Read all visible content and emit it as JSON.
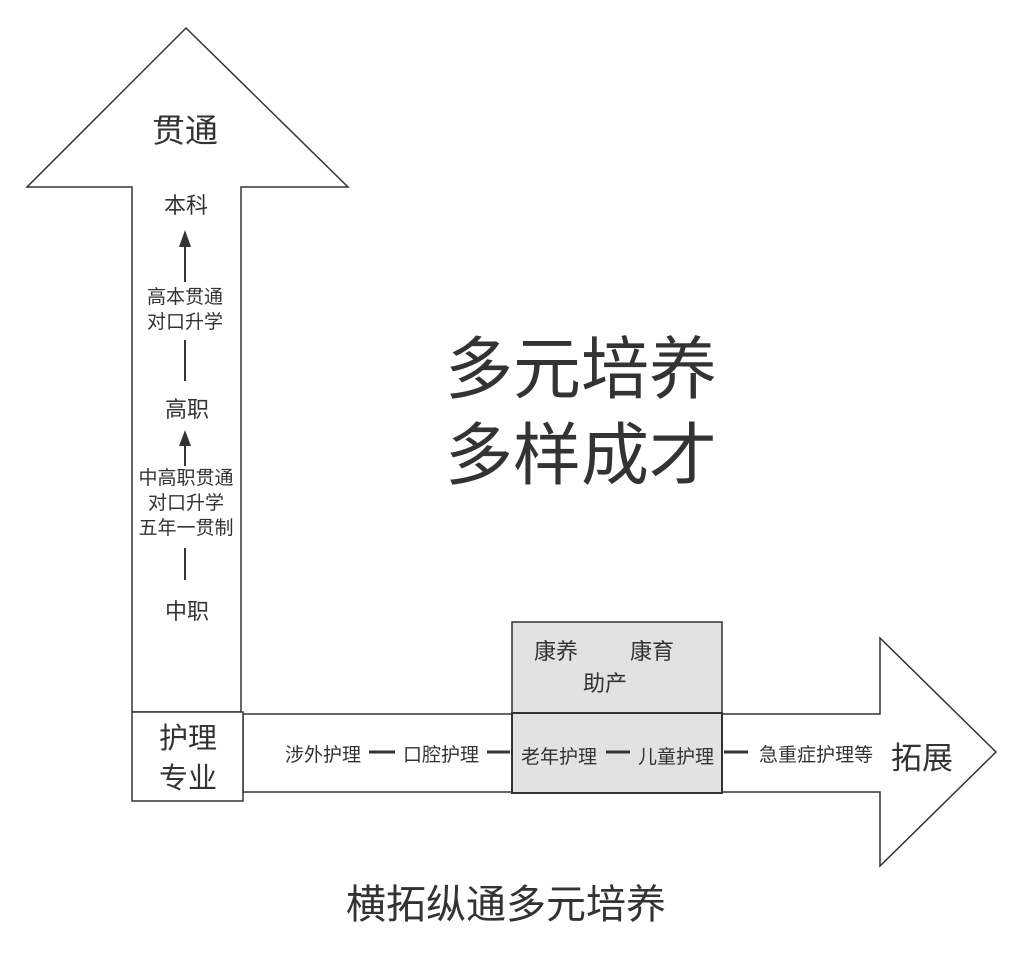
{
  "vertical": {
    "top_label": "贯通",
    "bachelor": "本科",
    "higher_to_bachelor_paths": [
      "高本贯通",
      "对口升学"
    ],
    "higher_vocational": "高职",
    "secondary_to_higher_paths": [
      "中高职贯通",
      "对口升学",
      "五年一贯制"
    ],
    "secondary_vocational": "中职"
  },
  "origin": {
    "lines": [
      "护理",
      "专业"
    ]
  },
  "center": {
    "lines": [
      "多元培养",
      "多样成才"
    ]
  },
  "horizontal": {
    "items": [
      "涉外护理",
      "口腔护理",
      "老年护理",
      "儿童护理",
      "急重症护理等"
    ],
    "end_label": "拓展"
  },
  "gray_box": {
    "row1": [
      "康养",
      "康育"
    ],
    "row2": "助产"
  },
  "caption": "横拓纵通多元培养"
}
